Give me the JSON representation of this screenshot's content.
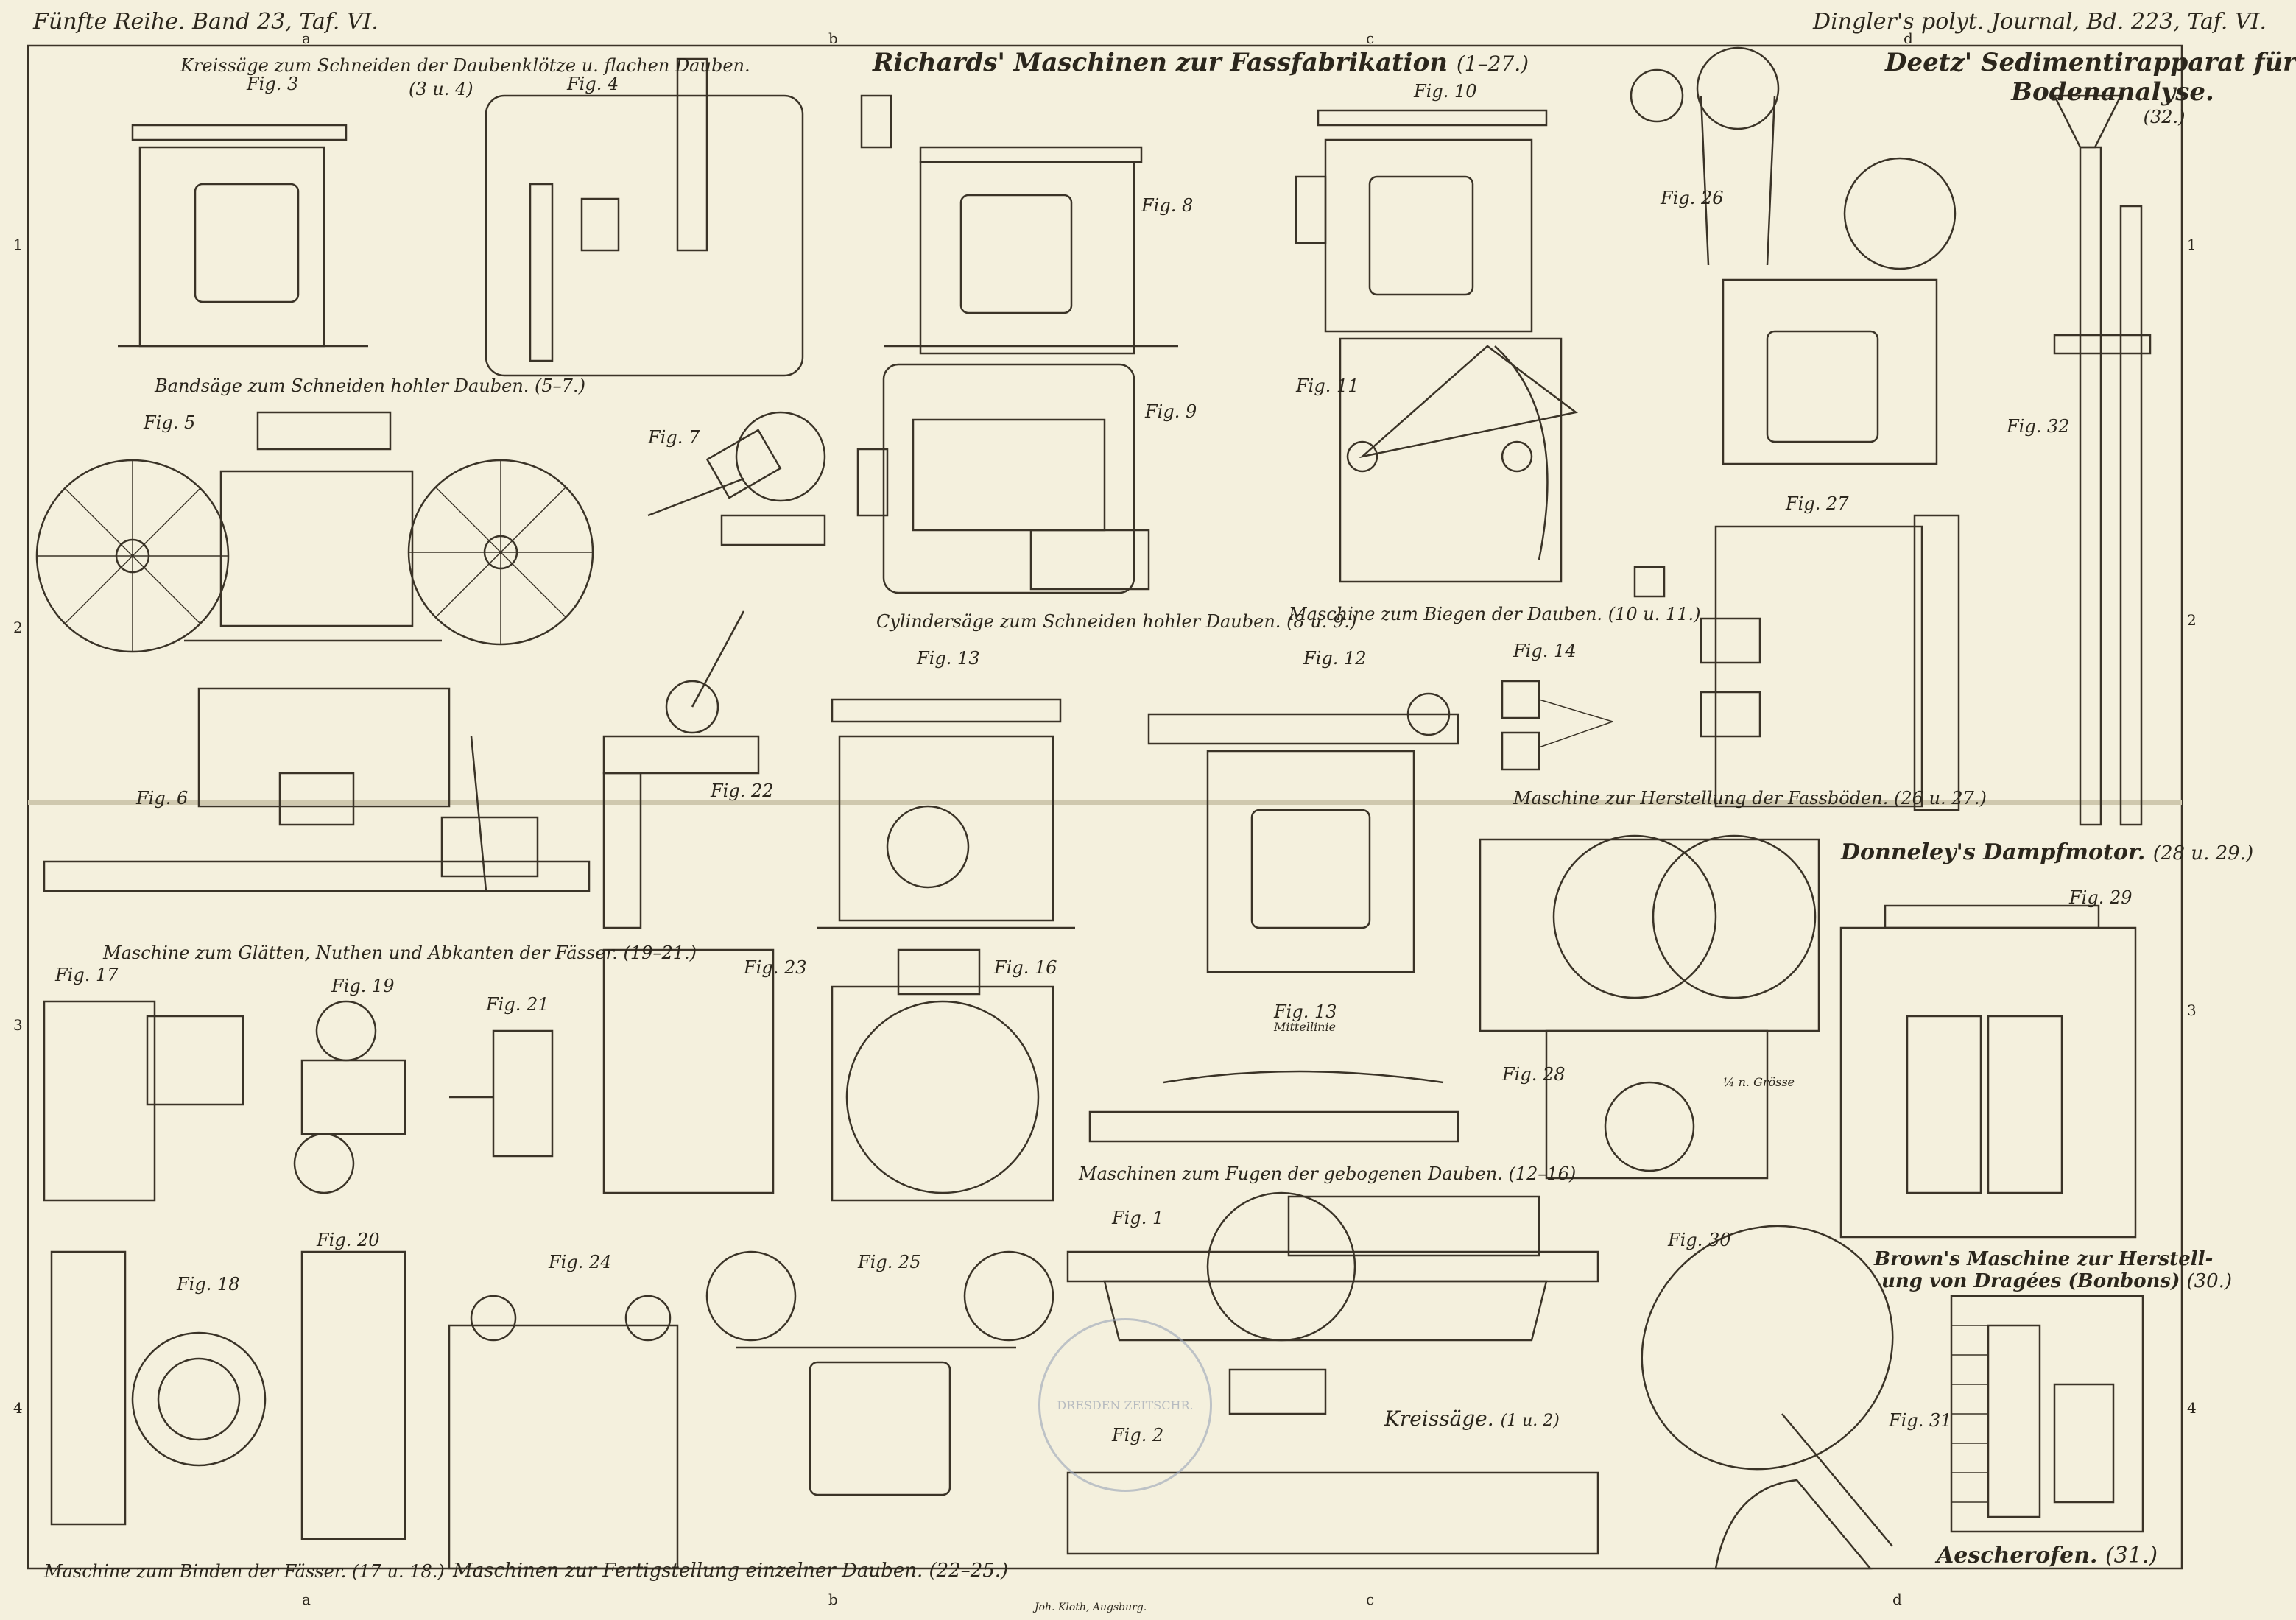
{
  "header": {
    "left": "Fünfte Reihe. Band 23, Taf. VI.",
    "right": "Dingler's polyt. Journal, Bd. 223, Taf. VI."
  },
  "edge_letters": {
    "top": [
      "a",
      "b",
      "c",
      "d"
    ],
    "bottom": [
      "a",
      "b",
      "c",
      "d"
    ]
  },
  "edge_numbers": {
    "left": [
      "1",
      "2",
      "3",
      "4"
    ],
    "right": [
      "1",
      "2",
      "3",
      "4"
    ]
  },
  "titles": {
    "main": "Richards' Maschinen zur Fassfabrikation",
    "main_ref": "(1–27.)",
    "kreissaege_dauben": "Kreissäge zum Schneiden der Daubenklötze u. flachen Dauben.",
    "kreissaege_dauben_ref": "(3 u. 4)",
    "bandsaege": "Bandsäge zum Schneiden hohler Dauben.",
    "bandsaege_ref": "(5–7.)",
    "cylindersaege": "Cylindersäge zum Schneiden hohler Dauben.",
    "cylindersaege_ref": "(8 u. 9.)",
    "biegen": "Maschine zum Biegen der Dauben.",
    "biegen_ref": "(10 u. 11.)",
    "fassboeden": "Maschine zur Herstellung der Fassböden.",
    "fassboeden_ref": "(26 u. 27.)",
    "glaetten": "Maschine zum Glätten, Nuthen und Abkanten der Fässer.",
    "glaetten_ref": "(19–21.)",
    "fugen": "Maschinen zum Fugen der gebogenen Dauben.",
    "fugen_ref": "(12–16)",
    "binden": "Maschine zum Binden der Fässer.",
    "binden_ref": "(17 u. 18.)",
    "fertigstellung": "Maschinen zur Fertigstellung einzelner Dauben.",
    "fertigstellung_ref": "(22–25.)",
    "kreissaege": "Kreissäge.",
    "kreissaege_ref": "(1 u. 2)",
    "deetz_1": "Deetz' Sedimentirapparat für",
    "deetz_2": "Bodenanalyse.",
    "deetz_ref": "(32.)",
    "donneley": "Donneley's Dampfmotor.",
    "donneley_ref": "(28 u. 29.)",
    "brown_1": "Brown's Maschine zur Herstell-",
    "brown_2": "ung von Dragées (Bonbons)",
    "brown_ref": "(30.)",
    "aescher": "Aescherofen.",
    "aescher_ref": "(31.)",
    "mittellinie": "Mittellinie",
    "scale_note": "¼ n. Grösse",
    "printer": "Joh. Kloth, Augsburg."
  },
  "figures": [
    "Fig. 1",
    "Fig. 2",
    "Fig. 3",
    "Fig. 4",
    "Fig. 5",
    "Fig. 6",
    "Fig. 7",
    "Fig. 8",
    "Fig. 9",
    "Fig. 10",
    "Fig. 11",
    "Fig. 12",
    "Fig. 13",
    "Fig. 13",
    "Fig. 14",
    "Fig. 16",
    "Fig. 17",
    "Fig. 18",
    "Fig. 19",
    "Fig. 20",
    "Fig. 21",
    "Fig. 22",
    "Fig. 23",
    "Fig. 24",
    "Fig. 25",
    "Fig. 26",
    "Fig. 27",
    "Fig. 28",
    "Fig. 29",
    "Fig. 30",
    "Fig. 31",
    "Fig. 32"
  ],
  "stamp_text": "DRESDEN ZEITSCHR."
}
